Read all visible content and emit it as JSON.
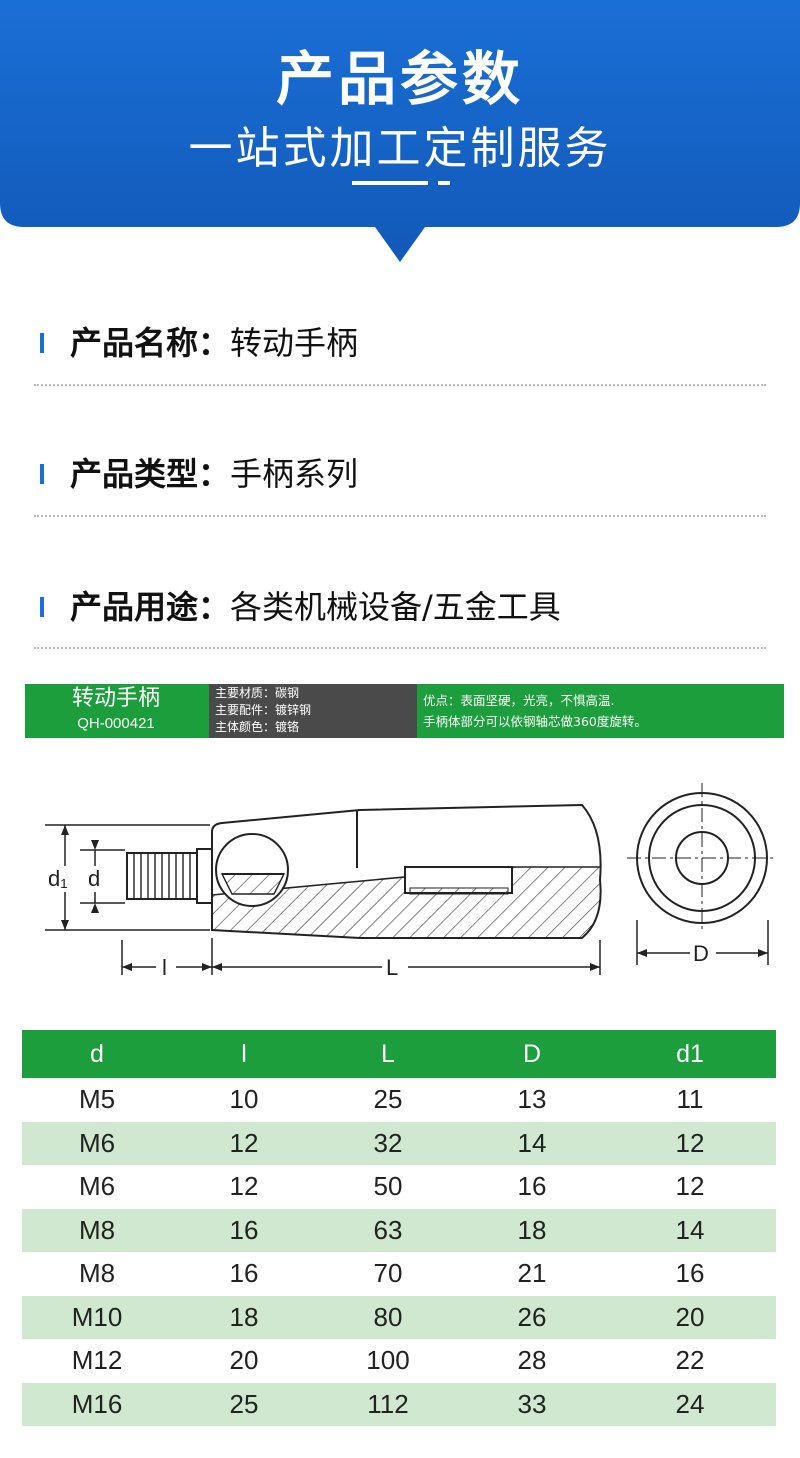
{
  "header": {
    "title": "产品参数",
    "subtitle": "一站式加工定制服务",
    "colors": {
      "banner_blue": "#1a6fd6",
      "banner_dark": "#1159b8"
    }
  },
  "info": [
    {
      "label": "产品名称：",
      "value": "转动手柄"
    },
    {
      "label": "产品类型：",
      "value": "手柄系列"
    },
    {
      "label": "产品用途：",
      "value": "各类机械设备/五金工具"
    }
  ],
  "spec_banner": {
    "name": "转动手柄",
    "code": "QH-000421",
    "details": [
      "主要材质：碳钢",
      "主要配件：镀锌钢",
      "主体颜色：镀铬"
    ],
    "advantages": [
      "优点：表面坚硬，光亮，不惧高温.",
      "手柄体部分可以依钢轴芯做360度旋转。"
    ],
    "colors": {
      "green": "#1c9e3d",
      "gray": "#4a4a4a"
    }
  },
  "drawing": {
    "labels": {
      "d1": "d₁",
      "d": "d",
      "l": "l",
      "L": "L",
      "D": "D"
    }
  },
  "table": {
    "headers": [
      "d",
      "l",
      "L",
      "D",
      "d1"
    ],
    "rows": [
      [
        "M5",
        "10",
        "25",
        "13",
        "11"
      ],
      [
        "M6",
        "12",
        "32",
        "14",
        "12"
      ],
      [
        "M6",
        "12",
        "50",
        "16",
        "12"
      ],
      [
        "M8",
        "16",
        "63",
        "18",
        "14"
      ],
      [
        "M8",
        "16",
        "70",
        "21",
        "16"
      ],
      [
        "M10",
        "18",
        "80",
        "26",
        "20"
      ],
      [
        "M12",
        "20",
        "100",
        "28",
        "22"
      ],
      [
        "M16",
        "25",
        "112",
        "33",
        "24"
      ]
    ],
    "colors": {
      "header": "#1c9e3d",
      "alt_row": "#cfe8cf"
    }
  }
}
